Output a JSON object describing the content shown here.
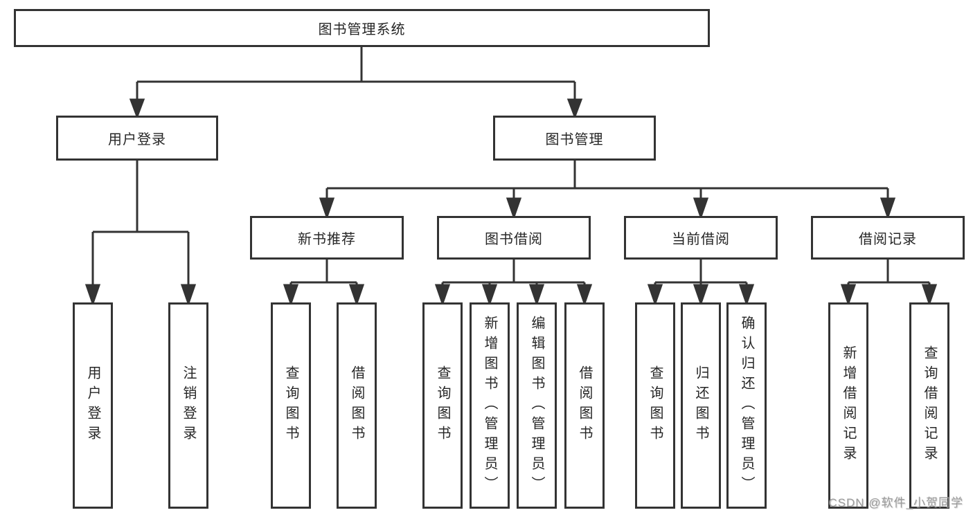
{
  "diagram": {
    "root": {
      "label": "图书管理系统"
    },
    "branches": [
      {
        "label": "用户登录",
        "children": [
          "用户登录",
          "注销登录"
        ]
      },
      {
        "label": "图书管理"
      }
    ],
    "modules": [
      {
        "label": "新书推荐",
        "children": [
          "查询图书",
          "借阅图书"
        ]
      },
      {
        "label": "图书借阅",
        "children": [
          "查询图书",
          "新增图书（管理员）",
          "编辑图书（管理员）",
          "借阅图书"
        ]
      },
      {
        "label": "当前借阅",
        "children": [
          "查询图书",
          "归还图书",
          "确认归还（管理员）"
        ]
      },
      {
        "label": "借阅记录",
        "children": [
          "新增借阅记录",
          "查询借阅记录"
        ]
      }
    ]
  },
  "watermark": {
    "text": "CSDN @软件_小贺同学"
  },
  "colors": {
    "line": "#333333",
    "border": "#333333",
    "text": "#262626",
    "watermark": "#9b9b9b",
    "background": "#ffffff"
  }
}
